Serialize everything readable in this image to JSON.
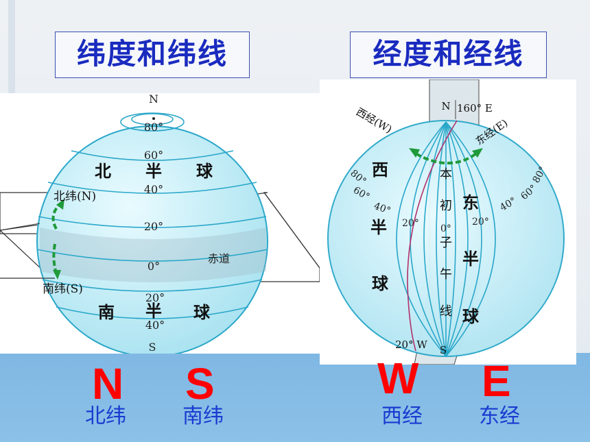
{
  "titles": {
    "left": "纬度和纬线",
    "right": "经度和经线"
  },
  "latitude_globe": {
    "north_pole": "N",
    "south_pole": "S",
    "lat_80": "80°",
    "lat_60": "60°",
    "lat_40": "40°",
    "lat_20": "20°",
    "lat_0": "0°",
    "lat_20_s": "20°",
    "lat_40_s": "40°",
    "north_hemisphere": [
      "北",
      "半",
      "球"
    ],
    "south_hemisphere": [
      "南",
      "半",
      "球"
    ],
    "north_latitude": "北纬(N)",
    "south_latitude": "南纬(S)",
    "equator": "赤道"
  },
  "longitude_globe": {
    "north_pole": "N",
    "south_pole": "S",
    "lon_160e": "160° E",
    "lon_20w": "20° W",
    "west_longitude": "西经(W)",
    "east_longitude": "东经(E)",
    "west_80": "80°",
    "west_60": "60°",
    "west_40": "40°",
    "west_20": "20°",
    "east_20": "20°",
    "east_40": "40°",
    "east_60": "60°",
    "east_80": "80°",
    "prime_0": "0°",
    "prime_meridian": [
      "本",
      "初",
      "子",
      "午",
      "线"
    ],
    "west_hemisphere": [
      "西",
      "半",
      "球"
    ],
    "east_hemisphere": [
      "东",
      "半",
      "球"
    ]
  },
  "bottom_labels": {
    "n_letter": "N",
    "s_letter": "S",
    "w_letter": "W",
    "e_letter": "E",
    "n_text": "北纬",
    "s_text": "南纬",
    "w_text": "西经",
    "e_text": "东经"
  },
  "colors": {
    "title_text": "#1a2bbf",
    "letters": "#ff0000",
    "labels": "#1a3ad0",
    "globe_fill": "#c9eef6",
    "globe_line": "#2aa7c9",
    "arrow": "#1f9a3a",
    "meridian_20w": "#b0306a"
  }
}
